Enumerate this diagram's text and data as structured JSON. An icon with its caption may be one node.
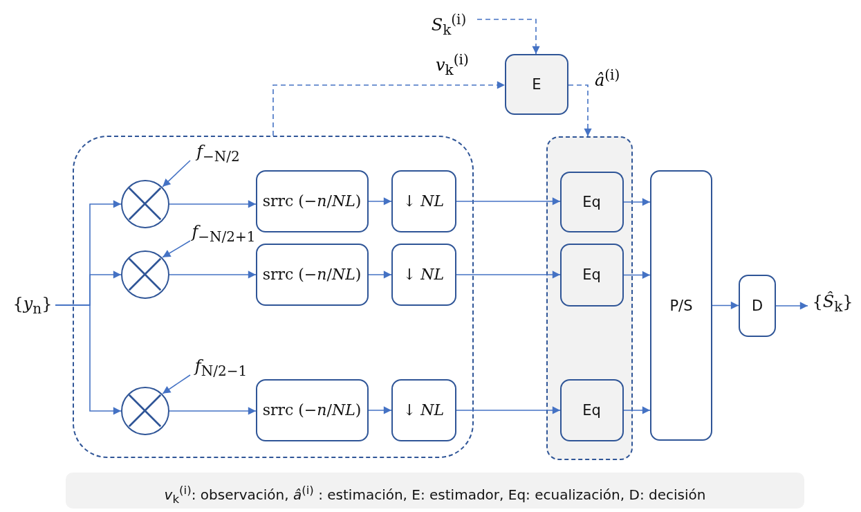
{
  "diagram": {
    "caption": "*v*$_{k}$$^{(i)}$: observación, *â*$^{(i)}$ : estimación, E: estimador, Eq: ecualización, D: decisión",
    "nodes": [
      {
        "text": [
          "{*y*$_{n}$}"
        ]
      },
      {
        "text": [],
        "shape": "box"
      },
      {
        "text": [
          "*f*$_{−N/2}$"
        ],
        "in": 1
      },
      {
        "text": [],
        "shape": "circle",
        "in": 1
      },
      {
        "text": [
          "srrc (−*n*/*NL*)"
        ],
        "in": 1
      },
      {
        "text": [
          "↓ *NL*"
        ],
        "in": 1
      },
      {
        "text": [
          "*f*$_{−N/2+1}$"
        ],
        "in": 1
      },
      {
        "text": [],
        "shape": "circle",
        "in": 1
      },
      {
        "text": [
          "srrc (−*n*/*NL*)"
        ],
        "in": 1
      },
      {
        "text": [
          "↓ *NL*"
        ],
        "in": 1
      },
      {
        "text": [
          "*f*$_{N/2−1}$"
        ],
        "in": 1
      },
      {
        "text": [],
        "shape": "circle",
        "in": 1
      },
      {
        "text": [
          "srrc (−*n*/*NL*)"
        ],
        "in": 1
      },
      {
        "text": [
          "↓ *NL*"
        ],
        "in": 1
      },
      {
        "text": [
          "*S*$_{k}$$^{(i)}$"
        ]
      },
      {
        "text": [
          "E"
        ]
      },
      {
        "text": [],
        "shape": "box"
      },
      {
        "text": [
          "Eq"
        ],
        "in": 16
      },
      {
        "text": [
          "Eq"
        ],
        "in": 16
      },
      {
        "text": [
          "Eq"
        ],
        "in": 16
      },
      {
        "text": [
          "P/S"
        ]
      },
      {
        "text": [
          "D"
        ]
      },
      {
        "text": [
          "{*Ŝ*$_{k}$}"
        ]
      }
    ],
    "edges": [
      {
        "from": 0,
        "to": 3,
        "arrow": "to"
      },
      {
        "from": 0,
        "to": 7,
        "arrow": "to"
      },
      {
        "from": 0,
        "to": 11,
        "arrow": "to"
      },
      {
        "from": 2,
        "to": 3,
        "arrow": "to"
      },
      {
        "from": 6,
        "to": 7,
        "arrow": "to"
      },
      {
        "from": 10,
        "to": 11,
        "arrow": "to"
      },
      {
        "from": 3,
        "to": 4,
        "arrow": "to"
      },
      {
        "from": 4,
        "to": 5,
        "arrow": "to"
      },
      {
        "from": 5,
        "to": 17,
        "arrow": "to"
      },
      {
        "from": 7,
        "to": 8,
        "arrow": "to"
      },
      {
        "from": 8,
        "to": 9,
        "arrow": "to"
      },
      {
        "from": 9,
        "to": 18,
        "arrow": "to"
      },
      {
        "from": 11,
        "to": 12,
        "arrow": "to"
      },
      {
        "from": 12,
        "to": 13,
        "arrow": "to"
      },
      {
        "from": 13,
        "to": 19,
        "arrow": "to"
      },
      {
        "from": 14,
        "to": 15,
        "arrow": "to",
        "style": "dashed"
      },
      {
        "from": 1,
        "to": 15,
        "arrow": "to",
        "style": "dashed",
        "label": "*v*$_{k}$$^{(i)}$"
      },
      {
        "from": 15,
        "to": 16,
        "arrow": "to",
        "style": "dashed",
        "label": "*â*$^{(i)}$"
      },
      {
        "from": 17,
        "to": 20,
        "arrow": "to"
      },
      {
        "from": 18,
        "to": 20,
        "arrow": "to"
      },
      {
        "from": 19,
        "to": 20,
        "arrow": "to"
      },
      {
        "from": 20,
        "to": 21,
        "arrow": "to"
      },
      {
        "from": 21,
        "to": 22,
        "arrow": "to"
      }
    ]
  }
}
